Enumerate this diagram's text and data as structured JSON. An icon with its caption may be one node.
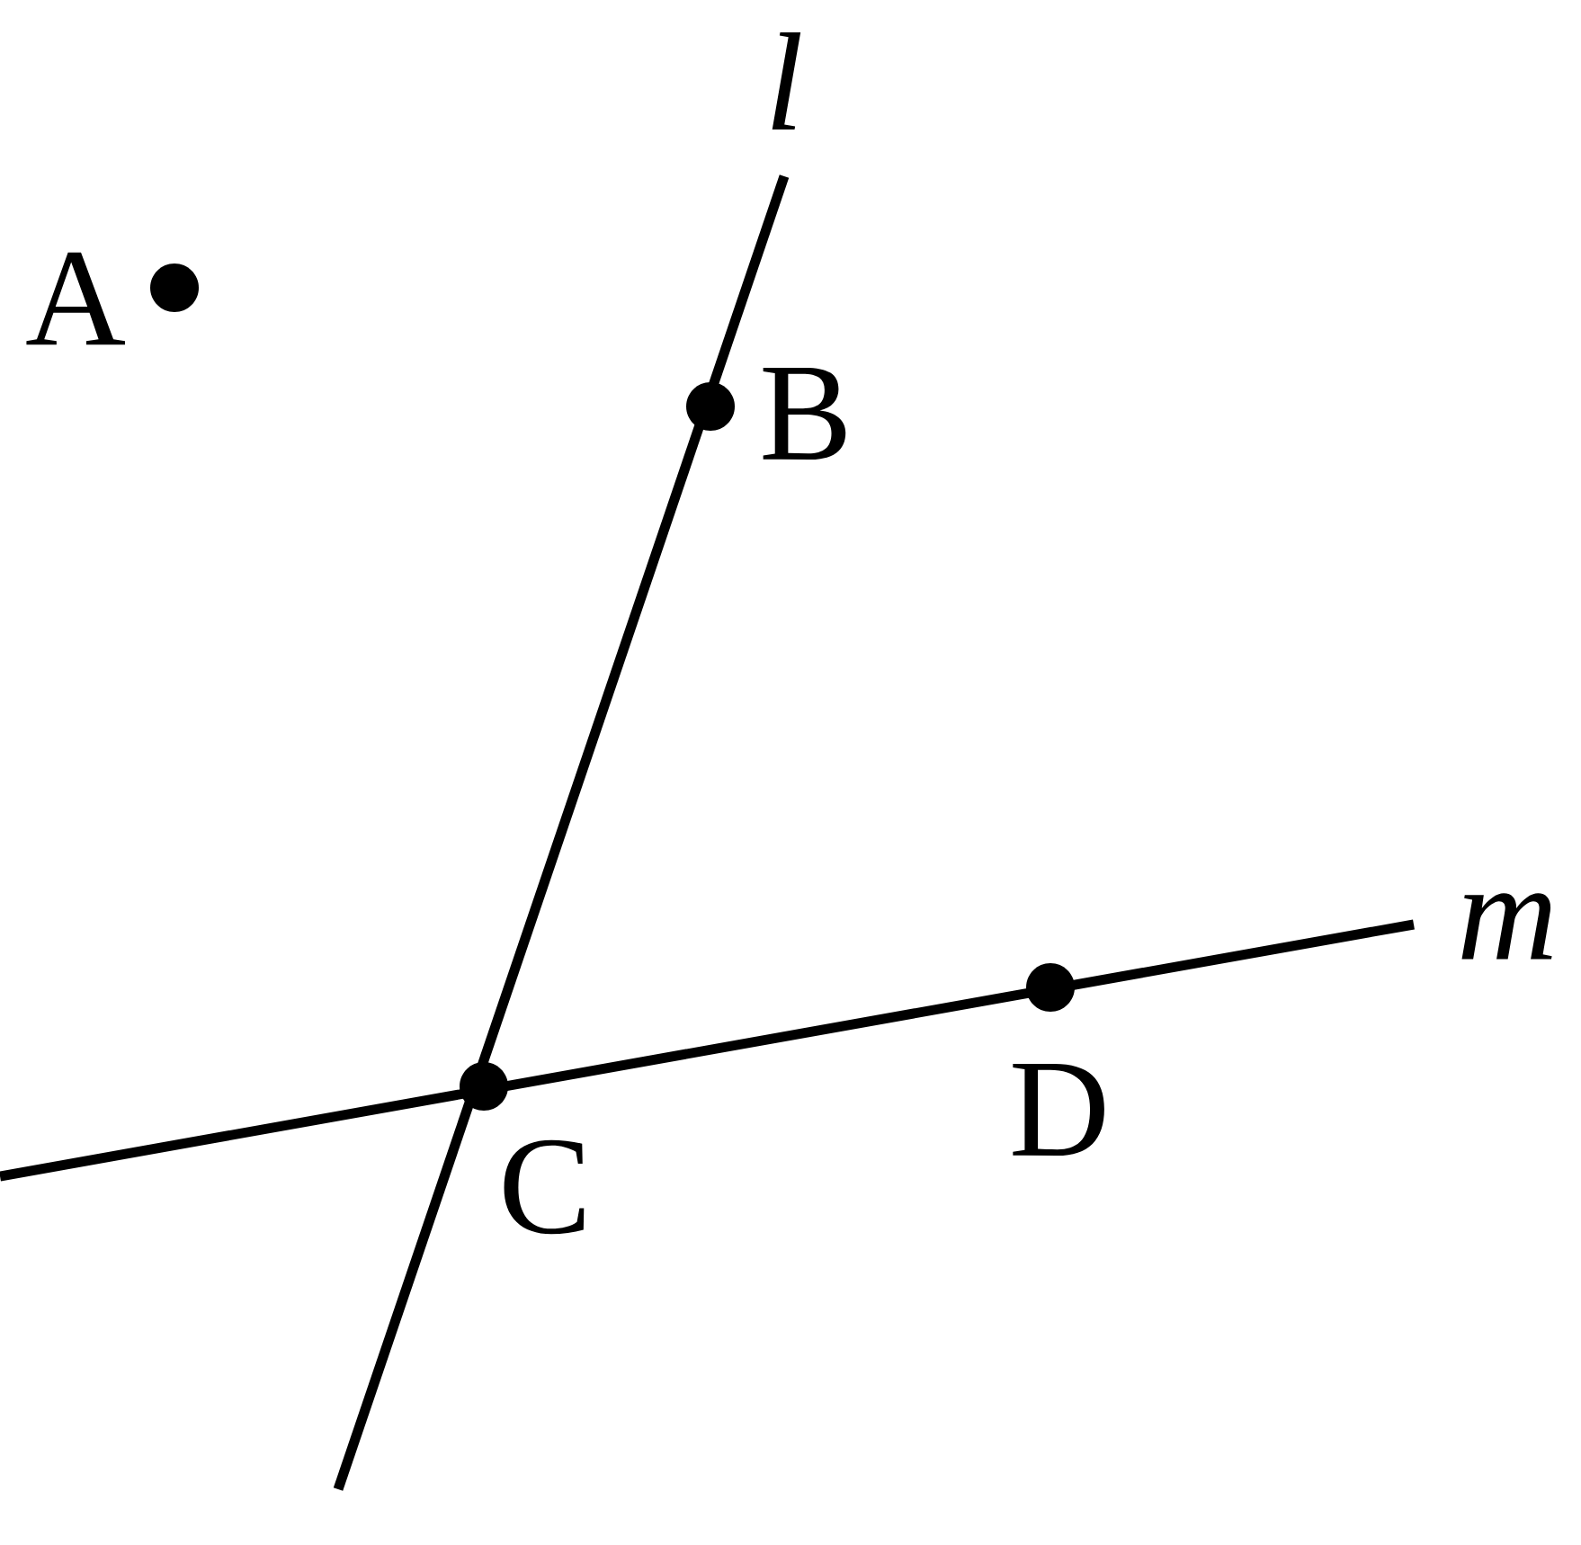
{
  "diagram": {
    "nodes": [
      {
        "text": [],
        "shape": "circle",
        "beside": [
          "A"
        ]
      },
      {
        "text": [],
        "shape": "circle",
        "beside": [
          "B"
        ]
      },
      {
        "text": [],
        "shape": "circle",
        "beside": [
          "C"
        ]
      },
      {
        "text": [],
        "shape": "circle",
        "beside": [
          "D"
        ]
      }
    ],
    "labels": [
      "l",
      "m"
    ]
  }
}
